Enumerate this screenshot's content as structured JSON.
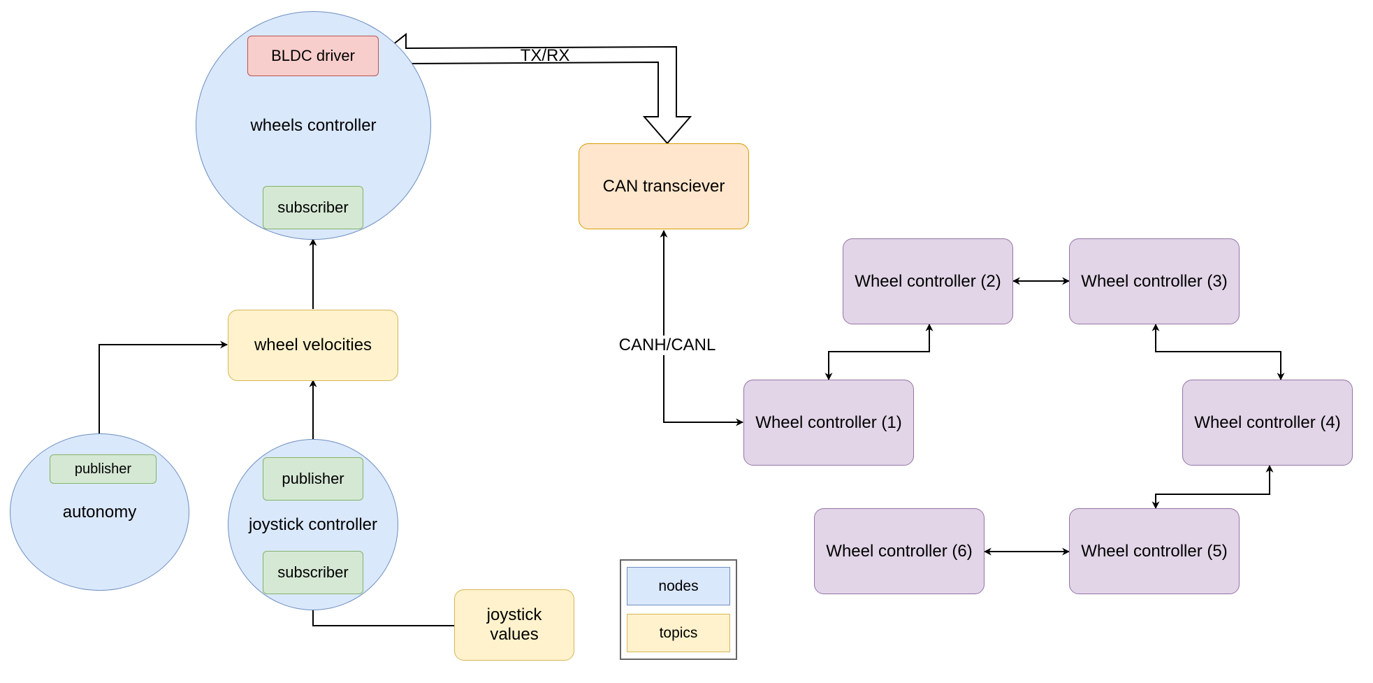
{
  "colors": {
    "node_fill": "#dae8fc",
    "node_stroke": "#6c8ebf",
    "topic_fill": "#fff2cc",
    "topic_stroke": "#d6b656",
    "ros_fill": "#d5e8d4",
    "ros_stroke": "#82b366",
    "driver_fill": "#f8cecc",
    "driver_stroke": "#b85450",
    "can_fill": "#ffe6cc",
    "can_stroke": "#d79b00",
    "wheel_fill": "#e1d5e7",
    "wheel_stroke": "#9673a6",
    "legend_stroke": "#666666"
  },
  "wheels_controller": {
    "label": "wheels controller",
    "driver": "BLDC driver",
    "subscriber": "subscriber"
  },
  "wheel_velocities": {
    "label": "wheel velocities"
  },
  "autonomy": {
    "label": "autonomy",
    "publisher": "publisher"
  },
  "joystick_controller": {
    "label": "joystick controller",
    "publisher": "publisher",
    "subscriber": "subscriber"
  },
  "joystick_values": {
    "line1": "joystick",
    "line2": "values"
  },
  "can": {
    "label": "CAN transciever",
    "bus_label": "CANH/CANL",
    "link_label": "TX/RX"
  },
  "legend": {
    "nodes": "nodes",
    "topics": "topics"
  },
  "wheel_controllers": [
    "Wheel controller (1)",
    "Wheel controller (2)",
    "Wheel controller (3)",
    "Wheel controller (4)",
    "Wheel controller (5)",
    "Wheel controller (6)"
  ]
}
